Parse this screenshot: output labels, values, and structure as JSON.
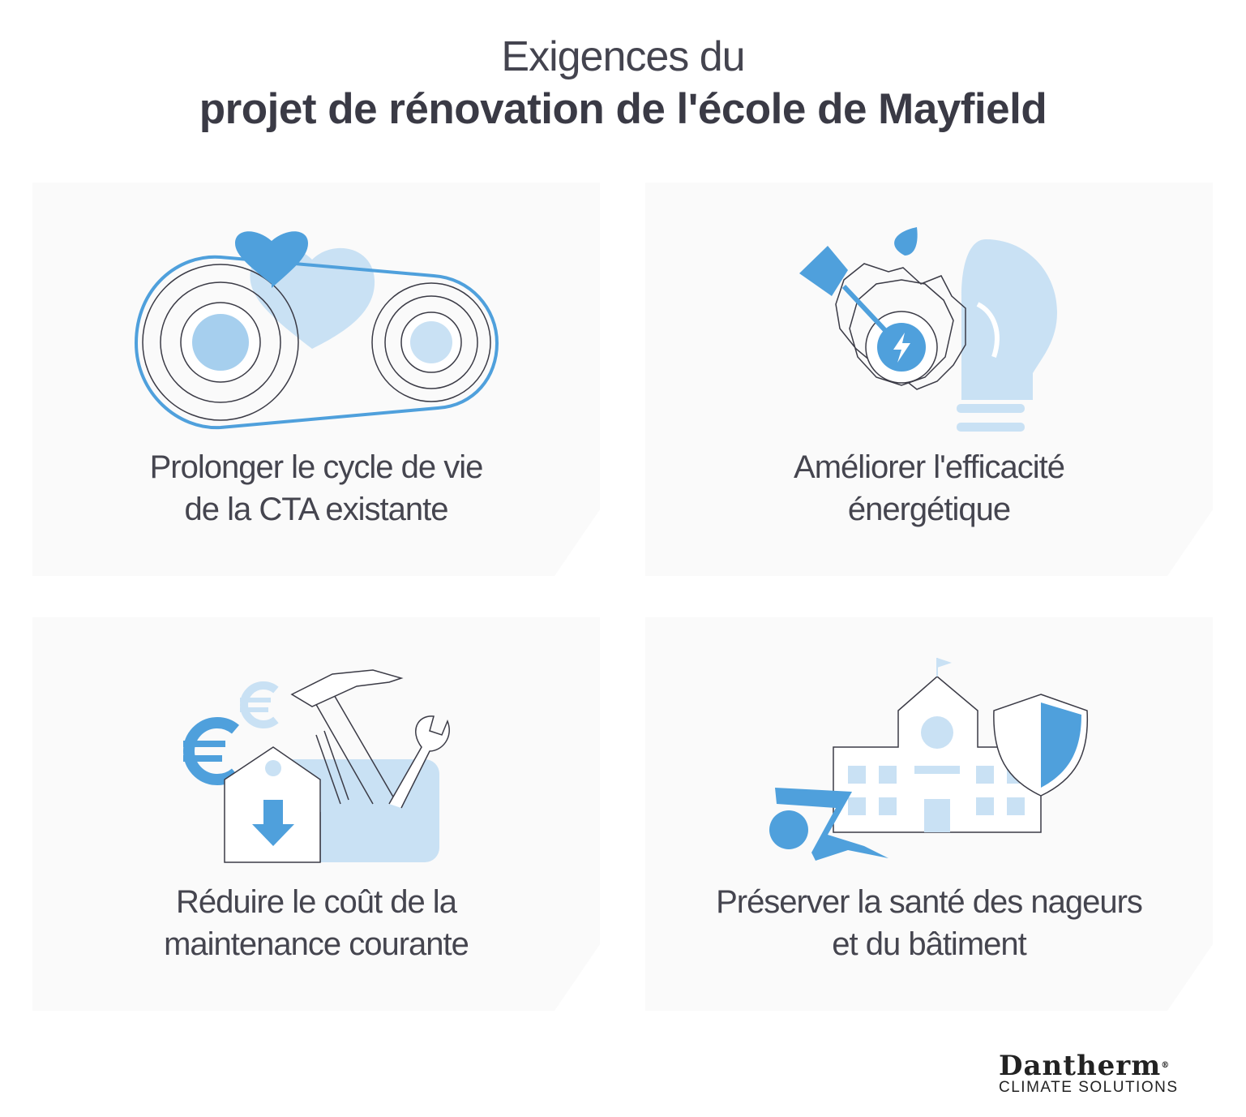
{
  "title": {
    "line1": "Exigences du",
    "line2": "projet de rénovation de l'école de Mayfield"
  },
  "colors": {
    "blue": "#4fa0dc",
    "light_blue": "#c9e1f4",
    "mid_blue": "#a6cfee",
    "outline": "#3b3b46"
  },
  "cards": [
    {
      "icon": "belt-pulley-heart-icon",
      "line1": "Prolonger le cycle de vie",
      "line2": "de la CTA existante"
    },
    {
      "icon": "gear-target-lightbulb-icon",
      "line1": "Améliorer l'efficacité",
      "line2": "énergétique"
    },
    {
      "icon": "toolbox-euro-icon",
      "line1": "Réduire le coût de la",
      "line2": "maintenance courante"
    },
    {
      "icon": "school-swimmer-shield-icon",
      "line1": "Préserver la santé des nageurs",
      "line2": "et du bâtiment"
    }
  ],
  "logo": {
    "brand": "Dantherm",
    "registered": "®",
    "tagline": "CLIMATE SOLUTIONS"
  }
}
